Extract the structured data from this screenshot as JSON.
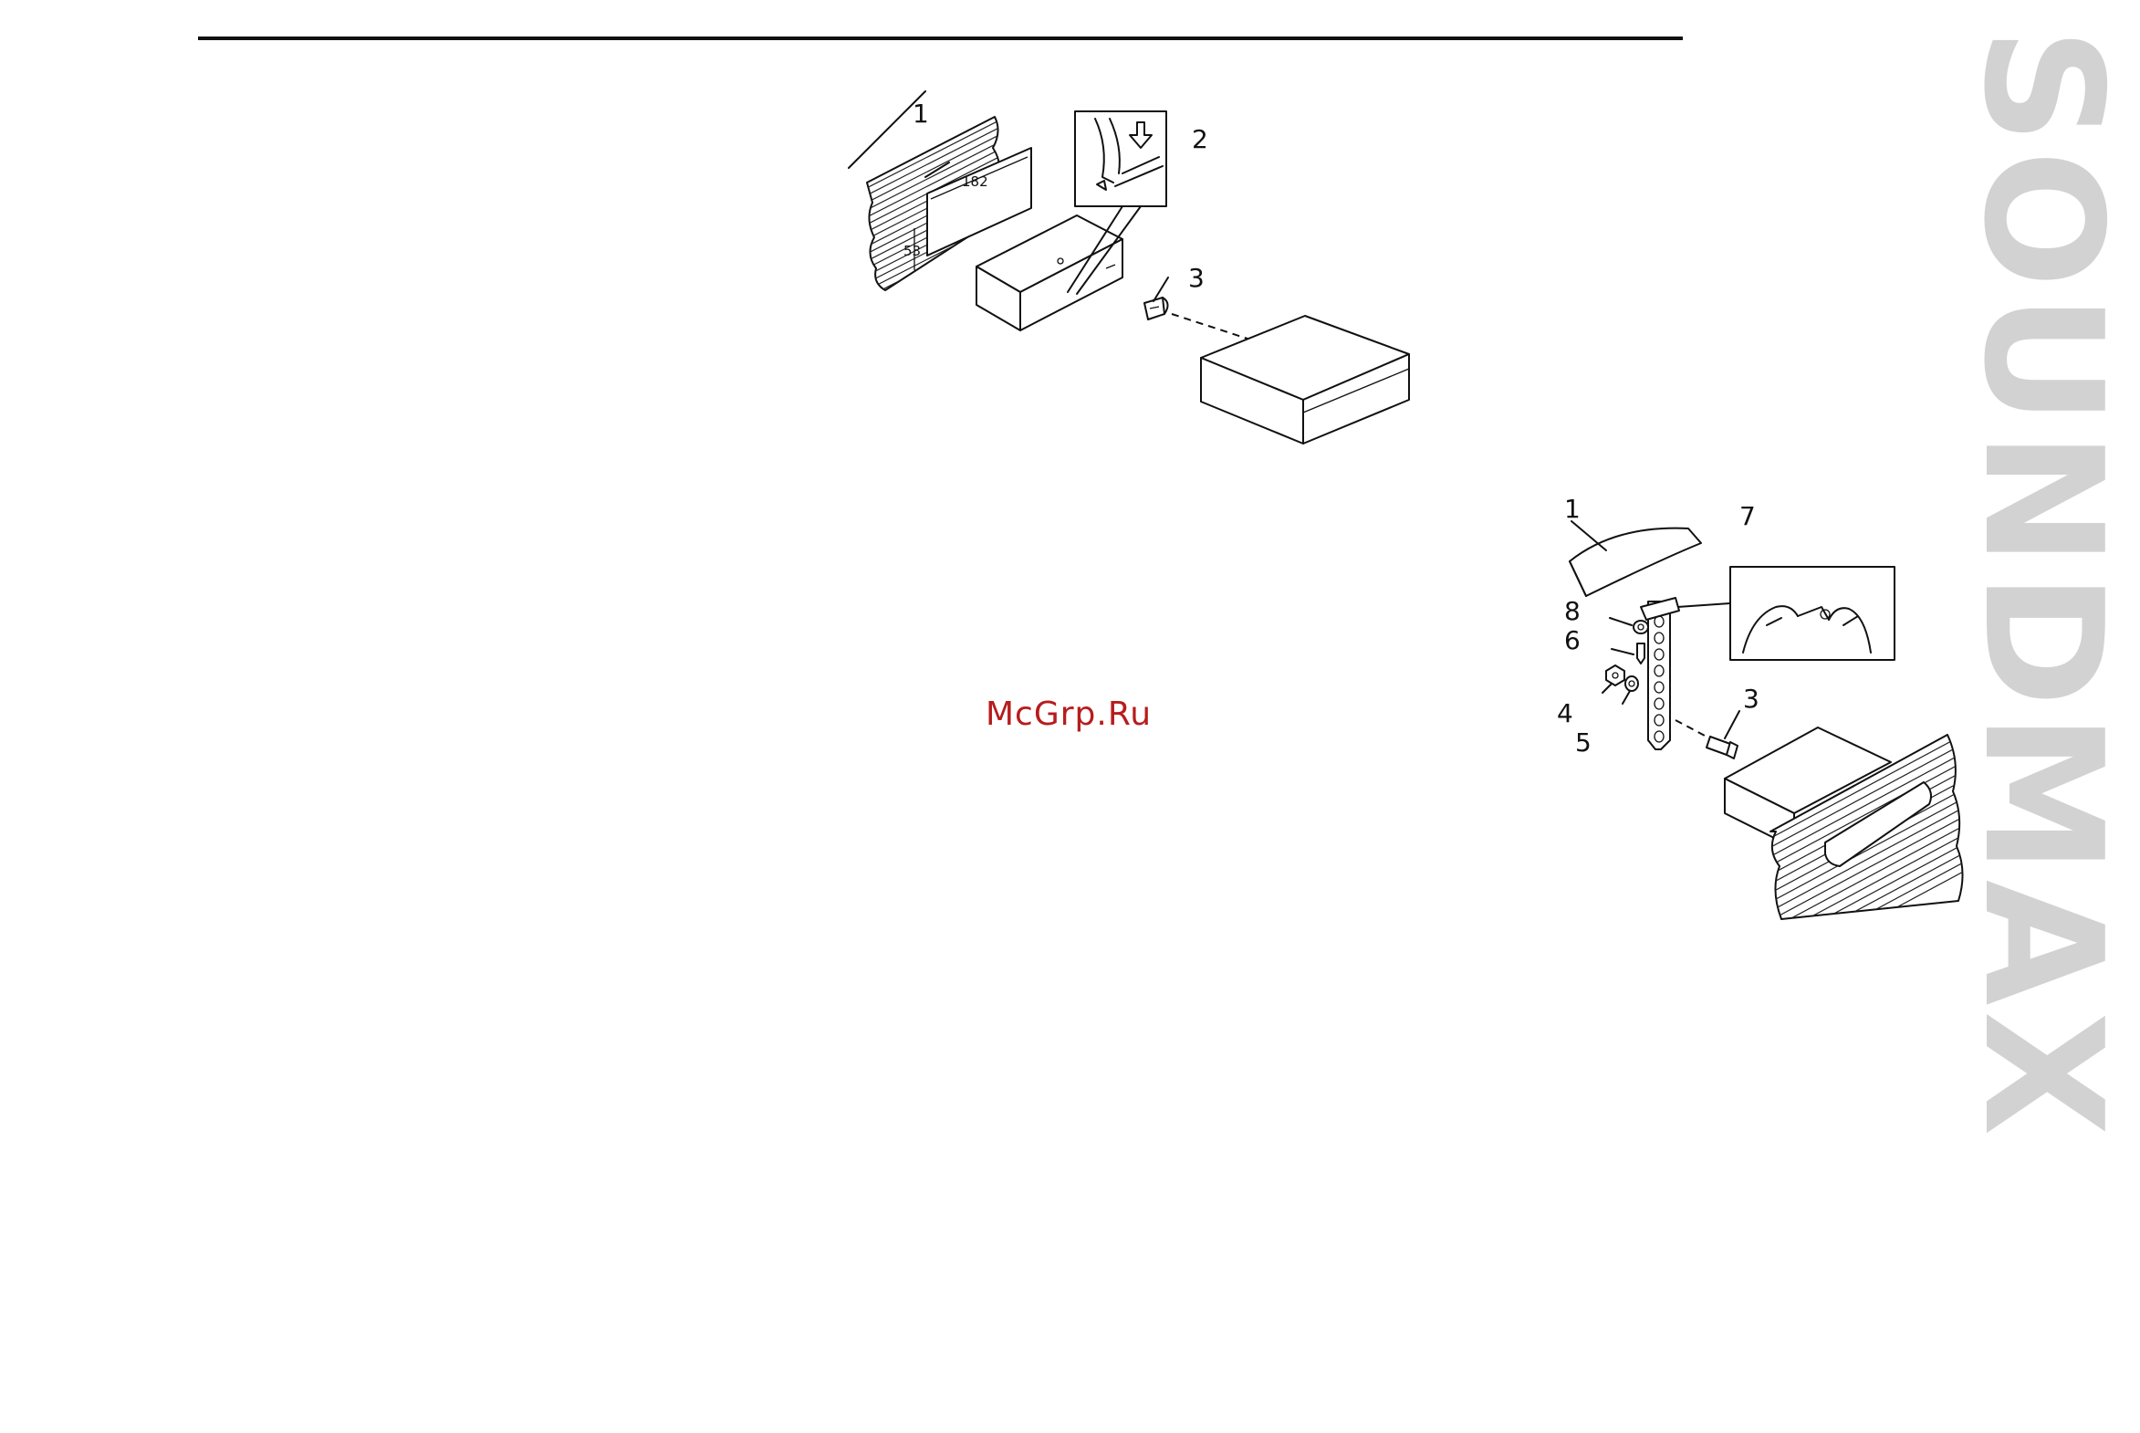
{
  "brand": {
    "name": "SOUNDMAX"
  },
  "watermark": {
    "text": "McGrp.Ru"
  },
  "figure_top": {
    "callouts": [
      "1",
      "2",
      "3"
    ],
    "dimension_width": "182",
    "dimension_height": "53"
  },
  "figure_bottom": {
    "callouts": [
      "1",
      "7",
      "8",
      "6",
      "4",
      "5",
      "3"
    ]
  },
  "colors": {
    "brand_gray": "#d2d2d2",
    "watermark_red": "#b71c1c",
    "rule": "#111111"
  }
}
